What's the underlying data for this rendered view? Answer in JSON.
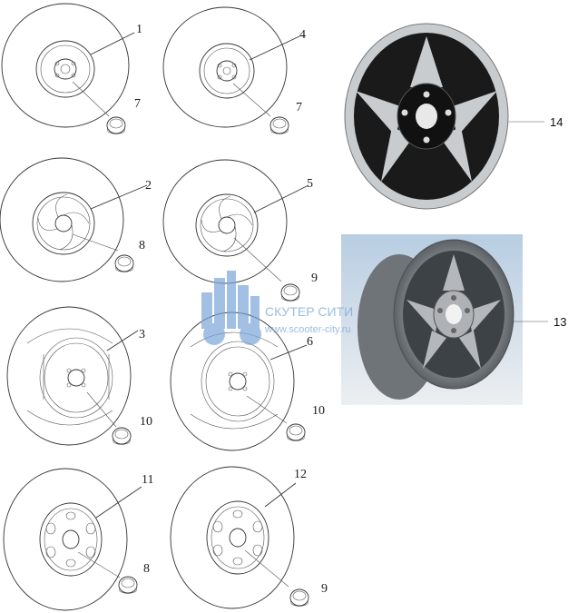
{
  "callouts": {
    "p1": "1",
    "p2": "2",
    "p3": "3",
    "p4": "4",
    "p5": "5",
    "p6": "6",
    "p7a": "7",
    "p7b": "7",
    "p8a": "8",
    "p8b": "8",
    "p9a": "9",
    "p9b": "9",
    "p10a": "10",
    "p10b": "10",
    "p11": "11",
    "p12": "12",
    "p13": "13",
    "p14": "14"
  },
  "watermark": {
    "brand": "СКУТЕР СИТИ",
    "url": "www.scooter-city.ru"
  },
  "colors": {
    "line": "#333333",
    "watermark": "#7aa6d8",
    "photo_bg_top": "#b8cde2",
    "photo_bg_bottom": "#e8ecef",
    "rim_dark": "#1a1a1a",
    "rim_silver": "#c9cccf"
  }
}
